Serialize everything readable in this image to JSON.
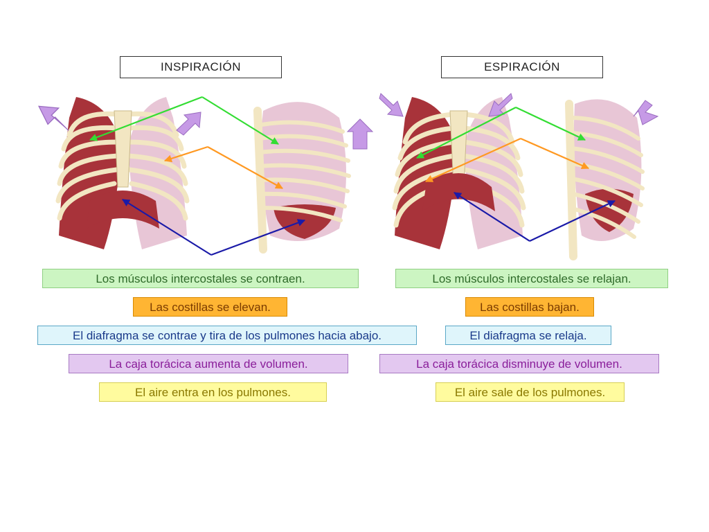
{
  "titles": {
    "inspiracion": "INSPIRACIÓN",
    "espiracion": "ESPIRACIÓN"
  },
  "inspiracion_labels": [
    "Los músculos intercostales se contraen.",
    "Las costillas se elevan.",
    "El diafragma se contrae y tira de los pulmones hacia abajo.",
    "La caja torácica aumenta de volumen.",
    "El aire entra en los pulmones."
  ],
  "espiracion_labels": [
    "Los músculos intercostales se relajan.",
    "Las costillas bajan.",
    "El diafragma se relaja.",
    "La caja torácica disminuye de volumen.",
    "El aire sale de los pulmones."
  ],
  "colors": {
    "green": "#33dd33",
    "orange": "#ff9922",
    "blue": "#1a1aa8",
    "purple_arrow": "#c69ae6",
    "rib": "#f2e6c2",
    "lung": "#e8c6d6",
    "muscle": "#a8333a"
  }
}
